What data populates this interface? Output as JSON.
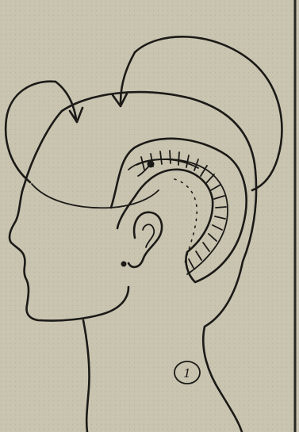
{
  "figure": {
    "label": "1",
    "colors": {
      "paper": "#c9c4b0",
      "paper_light": "#d8d3c0",
      "ink": "#1b1a17"
    },
    "elements": [
      "head-outline",
      "scalp-flap",
      "incision",
      "ear",
      "rotation-arrows",
      "figure-number"
    ]
  }
}
